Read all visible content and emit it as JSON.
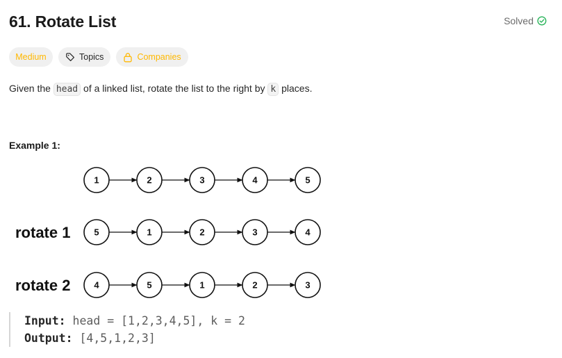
{
  "problem": {
    "title": "61. Rotate List",
    "status_label": "Solved"
  },
  "tags": {
    "difficulty": "Medium",
    "topics": "Topics",
    "companies": "Companies"
  },
  "description": {
    "before": "Given the ",
    "code1": "head",
    "middle": " of a linked list, rotate the list to the right by ",
    "code2": "k",
    "after": " places."
  },
  "example": {
    "title": "Example 1:",
    "diagram": {
      "rows": [
        {
          "label": "",
          "nodes": [
            "1",
            "2",
            "3",
            "4",
            "5"
          ]
        },
        {
          "label": "rotate 1",
          "nodes": [
            "5",
            "1",
            "2",
            "3",
            "4"
          ]
        },
        {
          "label": "rotate 2",
          "nodes": [
            "4",
            "5",
            "1",
            "2",
            "3"
          ]
        }
      ]
    },
    "input_label": "Input:",
    "input_value": "head = [1,2,3,4,5], k = 2",
    "output_label": "Output:",
    "output_value": "[4,5,1,2,3]"
  },
  "colors": {
    "accent_difficulty": "#ffb800",
    "solved_check": "#2db55d"
  },
  "icons": {
    "solved": "check-circle-icon",
    "topics": "tag-icon",
    "companies": "lock-icon"
  }
}
